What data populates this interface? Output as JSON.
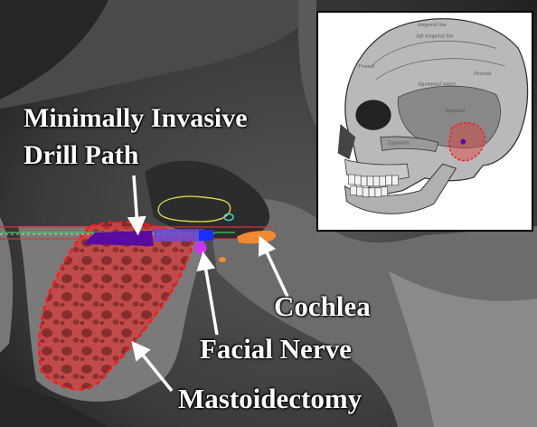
{
  "labels": {
    "drill_path_line1": "Minimally Invasive",
    "drill_path_line2": "Drill Path",
    "cochlea": "Cochlea",
    "facial_nerve": "Facial Nerve",
    "mastoidectomy": "Mastoidectomy"
  },
  "skull_inset_labels": {
    "temporal_line": "temporal line",
    "inf_temporal_line": "Infr temporal line",
    "frontal": "Frontal",
    "parietal": "Parietal",
    "squamosal_suture": "Squamosal suture",
    "temporal": "Temporal",
    "zygomatic": "Zygomatic"
  },
  "colors": {
    "mastoidectomy_fill": "#e0413f",
    "mastoidectomy_outline": "#ff1a1a",
    "drill_path": "#5b0aa0",
    "facial_nerve": "#cc33ff",
    "cochlea": "#f08a30",
    "ossicles_outline": "#d9d050",
    "annotation_text": "#ffffff"
  }
}
